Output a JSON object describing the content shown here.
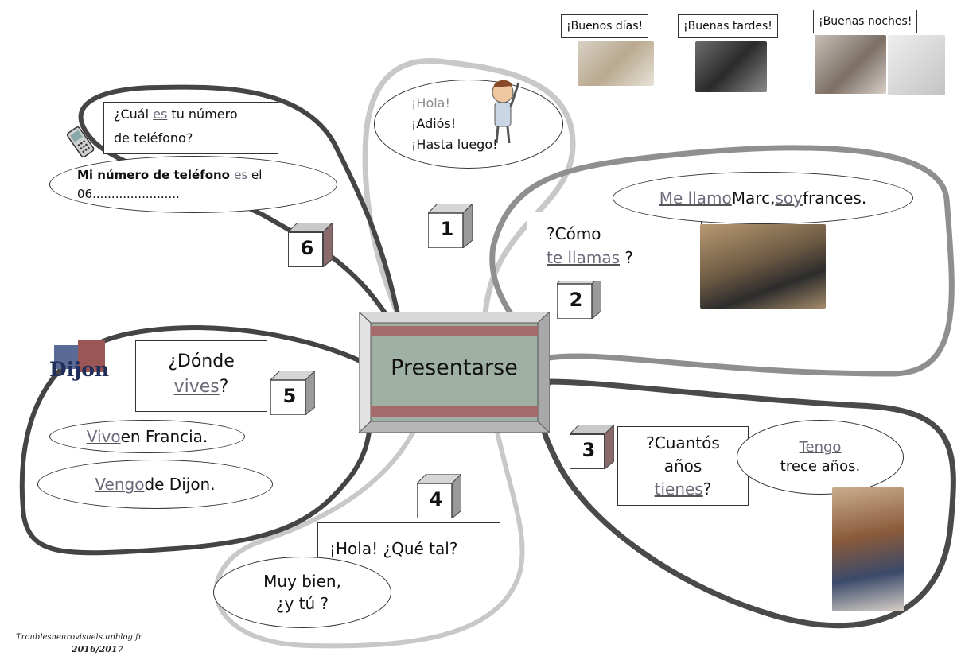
{
  "center": {
    "title": "Presentarse"
  },
  "greetings": [
    "¡Buenos días!",
    "¡Buenas tardes!",
    "¡Buenas noches!"
  ],
  "cubes": [
    "1",
    "2",
    "3",
    "4",
    "5",
    "6"
  ],
  "branch1": {
    "l1": "¡Hola!",
    "l2": "¡Adiós!",
    "l3": "¡Hasta luego!"
  },
  "branch2": {
    "question_a": "?Cómo",
    "question_u": "te llamas",
    "question_b": " ?",
    "answer_u1": "Me llamo",
    "answer_a": " Marc, ",
    "answer_u2": "soy",
    "answer_b": " frances."
  },
  "branch3": {
    "q1": "?Cuantós",
    "q2": "años",
    "q3_u": "tienes",
    "q3_b": "?",
    "a1_u": "Tengo",
    "a2": "trece años."
  },
  "branch4": {
    "question": "¡Hola! ¿Qué tal?",
    "a1": "Muy bien,",
    "a2": "¿y tú ?"
  },
  "branch5": {
    "q1": "¿Dónde",
    "q2_u": "vives",
    "q2_b": "?",
    "a1_u": "Vivo",
    "a1_b": " en Francia.",
    "a2_u": "Vengo",
    "a2_b": " de Dijon.",
    "logo": "Dijon"
  },
  "branch6": {
    "q_a": "¿Cuál ",
    "q_u": "es",
    "q_b": " tu número",
    "q2": "de teléfono?",
    "a_a": "Mi número de teléfono ",
    "a_u": "es",
    "a_b": " el",
    "a2": "06......................."
  },
  "credit": {
    "l1": "Troublesneurovisuels.unblog.fr",
    "l2": "2016/2017"
  },
  "colors": {
    "center_band": "#a56b6b",
    "center_fill": "#9fb0a4",
    "loop_dark": "#444444",
    "loop_light": "#c9c9c9"
  }
}
